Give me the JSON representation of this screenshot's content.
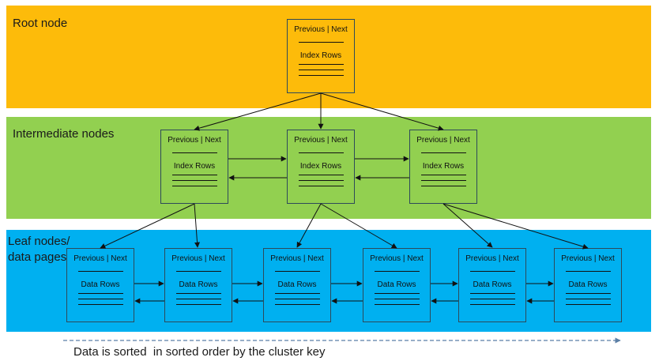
{
  "bands": {
    "root": {
      "label": "Root node"
    },
    "intermediate": {
      "label": "Intermediate nodes"
    },
    "leaf": {
      "label": "Leaf nodes/\ndata pages"
    }
  },
  "root_node": {
    "header": "Previous | Next",
    "rows": "Index Rows"
  },
  "intermediate_nodes": [
    {
      "header": "Previous | Next",
      "rows": "Index Rows"
    },
    {
      "header": "Previous | Next",
      "rows": "Index Rows"
    },
    {
      "header": "Previous | Next",
      "rows": "Index Rows"
    }
  ],
  "leaf_nodes": [
    {
      "header": "Previous | Next",
      "rows": "Data Rows"
    },
    {
      "header": "Previous | Next",
      "rows": "Data Rows"
    },
    {
      "header": "Previous | Next",
      "rows": "Data Rows"
    },
    {
      "header": "Previous | Next",
      "rows": "Data Rows"
    },
    {
      "header": "Previous | Next",
      "rows": "Data Rows"
    },
    {
      "header": "Previous | Next",
      "rows": "Data Rows"
    }
  ],
  "caption": "Data is sorted  in sorted order by the cluster key",
  "colors": {
    "root_band": "#fdbb0a",
    "intermediate_band": "#92d050",
    "leaf_band": "#00b0f0",
    "sort_arrow": "#5b7fa6"
  }
}
